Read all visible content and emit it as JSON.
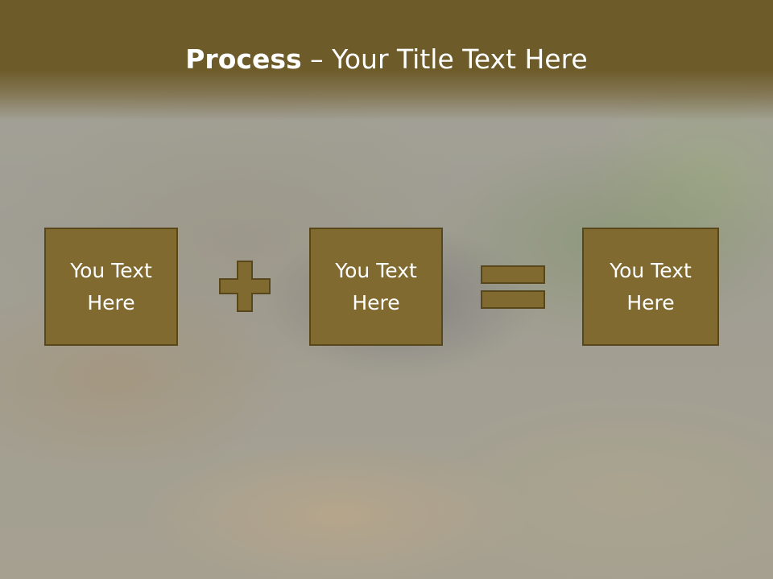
{
  "slide": {
    "title_bold": "Process",
    "title_rest": " – Your Title Text Here"
  },
  "process": {
    "boxes": [
      {
        "text": "You Text Here"
      },
      {
        "text": "You Text Here"
      },
      {
        "text": "You Text Here"
      }
    ],
    "operators": [
      "plus-icon",
      "equals-icon"
    ]
  },
  "colors": {
    "title_bar": "#6e5b2a",
    "box_fill": "#806a30",
    "box_border": "#58471b",
    "text": "#ffffff"
  }
}
